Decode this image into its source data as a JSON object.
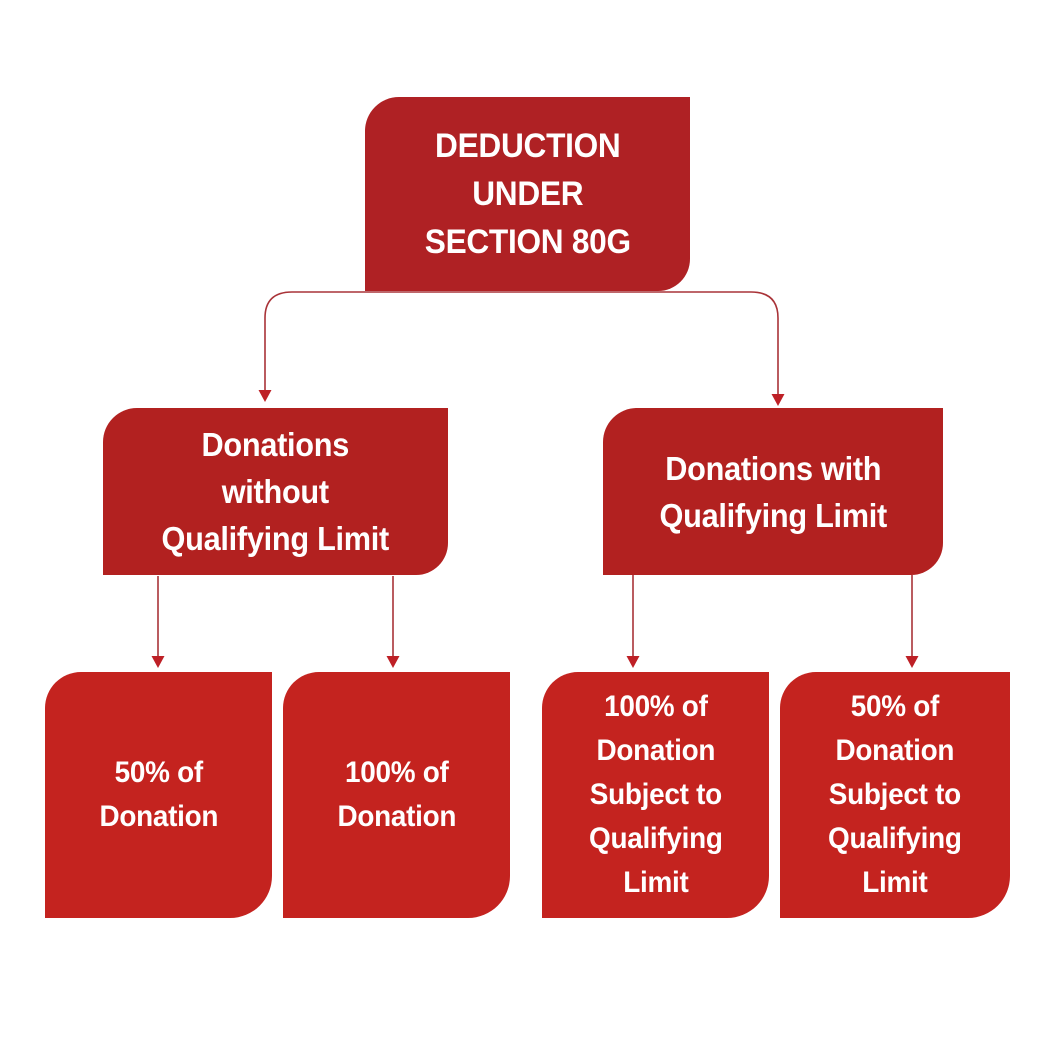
{
  "colors": {
    "background": "#FFFFFF",
    "box_top": "#AF2124",
    "box_mid": "#B22120",
    "box_leaf": "#C4231F",
    "connector_line": "#A93338",
    "arrowhead": "#BE2026",
    "text": "#FFFFFF"
  },
  "nodes": {
    "root": {
      "lines": [
        "DEDUCTION",
        "UNDER",
        "SECTION 80G"
      ]
    },
    "left_branch": {
      "lines": [
        "Donations",
        "without",
        "Qualifying Limit"
      ]
    },
    "right_branch": {
      "lines": [
        "Donations with",
        "Qualifying Limit"
      ]
    },
    "leaf_1": {
      "lines": [
        "50% of",
        "Donation"
      ]
    },
    "leaf_2": {
      "lines": [
        "100% of",
        "Donation"
      ]
    },
    "leaf_3": {
      "lines": [
        "100% of",
        "Donation",
        "Subject to",
        "Qualifying",
        "Limit"
      ]
    },
    "leaf_4": {
      "lines": [
        "50% of",
        "Donation",
        "Subject to",
        "Qualifying",
        "Limit"
      ]
    }
  }
}
